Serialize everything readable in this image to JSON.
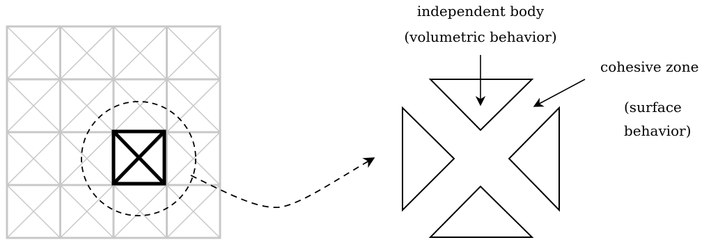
{
  "diagram": {
    "labels": {
      "independent_body_line1": "independent body",
      "independent_body_line2": "(volumetric behavior)",
      "cohesive_zone": "cohesive zone",
      "surface_line1": "(surface",
      "surface_line2": "behavior)"
    },
    "colors": {
      "grid": "#c8c8c8",
      "highlight": "#000000",
      "stroke": "#000000",
      "background": "#ffffff"
    },
    "mesh": {
      "rows": 4,
      "cols": 4,
      "highlighted_cell": {
        "row": 2,
        "col": 2
      }
    }
  }
}
